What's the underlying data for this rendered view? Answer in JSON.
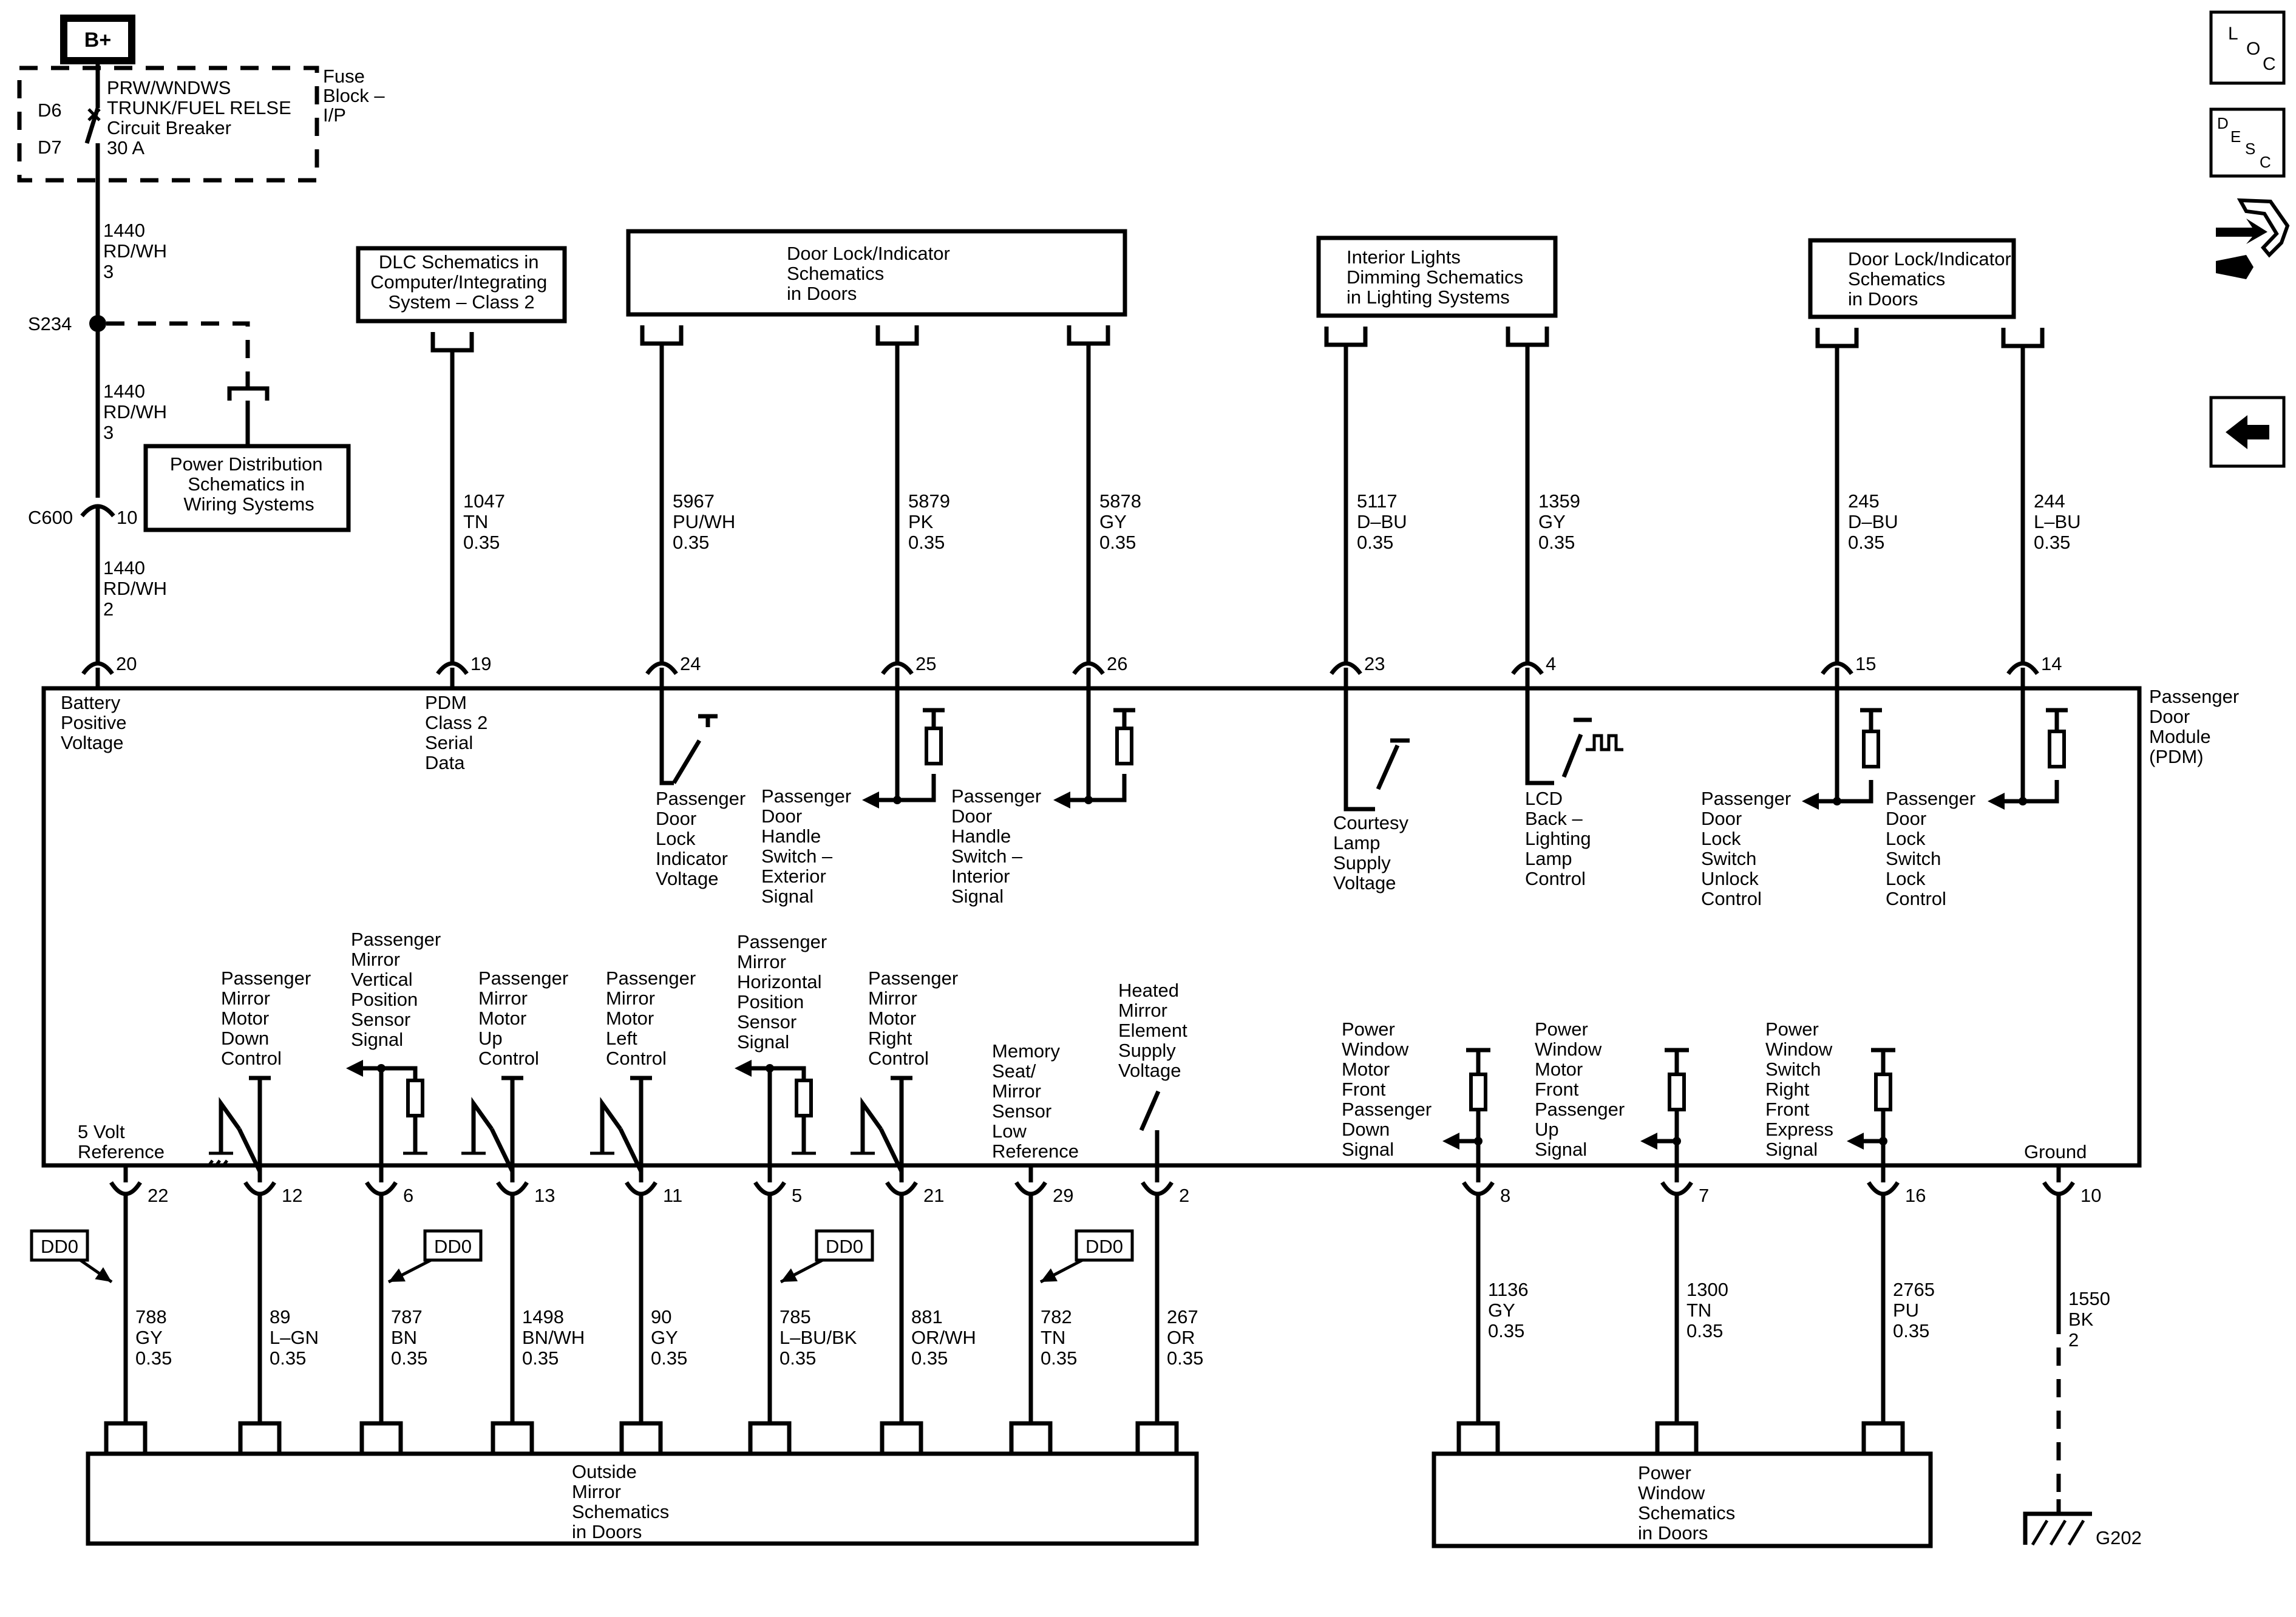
{
  "power": {
    "b_plus": "B+",
    "fuse_pin_top": "D6",
    "fuse_pin_bottom": "D7",
    "fuse_name": [
      "PRW/WNDWS",
      "TRUNK/FUEL RELSE",
      "Circuit Breaker",
      "30 A"
    ],
    "fuse_block": [
      "Fuse",
      "Block –",
      "I/P"
    ],
    "wire_top": [
      "1440",
      "RD/WH",
      "3"
    ],
    "splice": "S234",
    "wire_mid": [
      "1440",
      "RD/WH",
      "3"
    ],
    "connector": "C600",
    "connector_pin": "10",
    "wire_bottom": [
      "1440",
      "RD/WH",
      "2"
    ],
    "pdist_box": [
      "Power Distribution",
      "Schematics in",
      "Wiring Systems"
    ]
  },
  "top_boxes": {
    "dlc": [
      "DLC Schematics in",
      "Computer/Integrating",
      "System – Class 2"
    ],
    "door_lock_1": [
      "Door Lock/Indicator",
      "Schematics",
      "in Doors"
    ],
    "interior": [
      "Interior Lights",
      "Dimming Schematics",
      "in Lighting Systems"
    ],
    "door_lock_2": [
      "Door Lock/Indicator",
      "Schematics",
      "in Doors"
    ]
  },
  "top_wires": [
    {
      "lines": [
        "1440",
        "RD/WH",
        "2"
      ],
      "pin": "20",
      "label": [
        "Battery",
        "Positive",
        "Voltage"
      ]
    },
    {
      "lines": [
        "1047",
        "TN",
        "0.35"
      ],
      "pin": "19",
      "label": [
        "PDM",
        "Class 2",
        "Serial",
        "Data"
      ]
    },
    {
      "lines": [
        "5967",
        "PU/WH",
        "0.35"
      ],
      "pin": "24",
      "label": [
        "Passenger",
        "Door",
        "Lock",
        "Indicator",
        "Voltage"
      ]
    },
    {
      "lines": [
        "5879",
        "PK",
        "0.35"
      ],
      "pin": "25",
      "label": [
        "Passenger",
        "Door",
        "Handle",
        "Switch –",
        "Exterior",
        "Signal"
      ]
    },
    {
      "lines": [
        "5878",
        "GY",
        "0.35"
      ],
      "pin": "26",
      "label": [
        "Passenger",
        "Door",
        "Handle",
        "Switch –",
        "Interior",
        "Signal"
      ]
    },
    {
      "lines": [
        "5117",
        "D–BU",
        "0.35"
      ],
      "pin": "23",
      "label": [
        "Courtesy",
        "Lamp",
        "Supply",
        "Voltage"
      ]
    },
    {
      "lines": [
        "1359",
        "GY",
        "0.35"
      ],
      "pin": "4",
      "label": [
        "LCD",
        "Back –",
        "Lighting",
        "Lamp",
        "Control"
      ]
    },
    {
      "lines": [
        "245",
        "D–BU",
        "0.35"
      ],
      "pin": "15",
      "label": [
        "Passenger",
        "Door",
        "Lock",
        "Switch",
        "Unlock",
        "Control"
      ]
    },
    {
      "lines": [
        "244",
        "L–BU",
        "0.35"
      ],
      "pin": "14",
      "label": [
        "Passenger",
        "Door",
        "Lock",
        "Switch",
        "Lock",
        "Control"
      ]
    }
  ],
  "module": {
    "name": [
      "Passenger",
      "Door",
      "Module",
      "(PDM)"
    ]
  },
  "bottom_wires": [
    {
      "pin": "22",
      "label": [
        "5 Volt",
        "Reference"
      ],
      "lines": [
        "788",
        "GY",
        "0.35"
      ],
      "dd": "DD0"
    },
    {
      "pin": "12",
      "label": [
        "Passenger",
        "Mirror",
        "Motor",
        "Down",
        "Control"
      ],
      "lines": [
        "89",
        "L–GN",
        "0.35"
      ],
      "dd": ""
    },
    {
      "pin": "6",
      "label": [
        "Passenger",
        "Mirror",
        "Vertical",
        "Position",
        "Sensor",
        "Signal"
      ],
      "lines": [
        "787",
        "BN",
        "0.35"
      ],
      "dd": "DD0"
    },
    {
      "pin": "13",
      "label": [
        "Passenger",
        "Mirror",
        "Motor",
        "Up",
        "Control"
      ],
      "lines": [
        "1498",
        "BN/WH",
        "0.35"
      ],
      "dd": ""
    },
    {
      "pin": "11",
      "label": [
        "Passenger",
        "Mirror",
        "Motor",
        "Left",
        "Control"
      ],
      "lines": [
        "90",
        "GY",
        "0.35"
      ],
      "dd": ""
    },
    {
      "pin": "5",
      "label": [
        "Passenger",
        "Mirror",
        "Horizontal",
        "Position",
        "Sensor",
        "Signal"
      ],
      "lines": [
        "785",
        "L–BU/BK",
        "0.35"
      ],
      "dd": "DD0"
    },
    {
      "pin": "21",
      "label": [
        "Passenger",
        "Mirror",
        "Motor",
        "Right",
        "Control"
      ],
      "lines": [
        "881",
        "OR/WH",
        "0.35"
      ],
      "dd": ""
    },
    {
      "pin": "29",
      "label": [
        "Memory",
        "Seat/",
        "Mirror",
        "Sensor",
        "Low",
        "Reference"
      ],
      "lines": [
        "782",
        "TN",
        "0.35"
      ],
      "dd": "DD0"
    },
    {
      "pin": "2",
      "label": [
        "Heated",
        "Mirror",
        "Element",
        "Supply",
        "Voltage"
      ],
      "lines": [
        "267",
        "OR",
        "0.35"
      ],
      "dd": ""
    },
    {
      "pin": "8",
      "label": [
        "Power",
        "Window",
        "Motor",
        "Front",
        "Passenger",
        "Down",
        "Signal"
      ],
      "lines": [
        "1136",
        "GY",
        "0.35"
      ],
      "dd": ""
    },
    {
      "pin": "7",
      "label": [
        "Power",
        "Window",
        "Motor",
        "Front",
        "Passenger",
        "Up",
        "Signal"
      ],
      "lines": [
        "1300",
        "TN",
        "0.35"
      ],
      "dd": ""
    },
    {
      "pin": "16",
      "label": [
        "Power",
        "Window",
        "Switch",
        "Right",
        "Front",
        "Express",
        "Signal"
      ],
      "lines": [
        "2765",
        "PU",
        "0.35"
      ],
      "dd": ""
    },
    {
      "pin": "10",
      "label": [
        "Ground"
      ],
      "lines": [
        "1550",
        "BK",
        "2"
      ],
      "dd": ""
    }
  ],
  "bottom_boxes": {
    "mirror": [
      "Outside",
      "Mirror",
      "Schematics",
      "in Doors"
    ],
    "window": [
      "Power",
      "Window",
      "Schematics",
      "in Doors"
    ]
  },
  "ground": "G202",
  "nav": {
    "loc": [
      "L",
      "O",
      "C"
    ],
    "desc": [
      "D",
      "E",
      "S",
      "C"
    ],
    "tools_icon": "tools-icon",
    "back_icon": "back-arrow-icon"
  }
}
